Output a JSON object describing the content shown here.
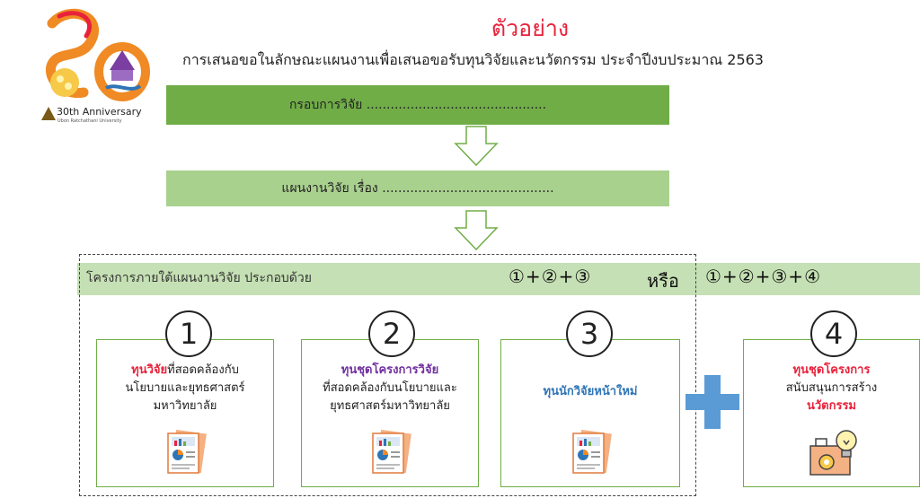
{
  "logo": {
    "title": "30th Anniversary",
    "subtitle": "Ubon Ratchathani University"
  },
  "title": "ตัวอย่าง",
  "subtitle": "การเสนอขอในลักษณะแผนงานเพื่อเสนอขอรับทุนวิจัยและนวัตกรรม ประจำปีงบประมาณ 2563",
  "framework_bar": "กรอบการวิจัย .............................................",
  "plan_bar": "แผนงานวิจัย เรื่อง ...........................................",
  "band": {
    "label": "โครงการภายใต้แผนงานวิจัย ประกอบด้วย",
    "combo_a": "①+②+③",
    "or": "หรือ",
    "combo_b": "①+②+③+④"
  },
  "cards": [
    {
      "number": "1",
      "highlight": "ทุนวิจัย",
      "line1_rest": "ที่สอดคล้องกับ",
      "line2": "นโยบายและยุทธศาสตร์",
      "line3": "มหาวิทยาลัย"
    },
    {
      "number": "2",
      "highlight": "ทุนชุดโครงการวิจัย",
      "line2": "ที่สอดคล้องกับนโยบายและ",
      "line3": "ยุทธศาสตร์มหาวิทยาลัย"
    },
    {
      "number": "3",
      "highlight": "ทุนนักวิจัยหน้าใหม่"
    },
    {
      "number": "4",
      "highlight": "ทุนชุดโครงการ",
      "line2": "สนับสนุนการสร้าง",
      "line3": "นวัตกรรม"
    }
  ],
  "colors": {
    "title_red": "#e8223b",
    "dark_green": "#70ad47",
    "light_green": "#a9d18e",
    "band_green": "#c5e0b4",
    "purple": "#7030a0",
    "blue": "#2e75b6",
    "plus_blue": "#5b9bd5"
  },
  "icons": [
    "anniversary-logo",
    "down-arrow-icon",
    "document-chart-icon",
    "plus-icon",
    "innovation-gear-bulb-icon"
  ]
}
